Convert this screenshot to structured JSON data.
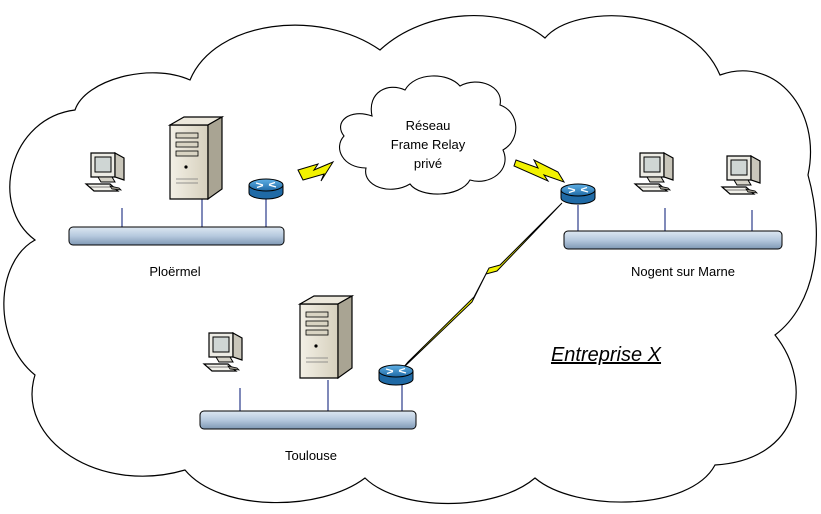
{
  "diagram": {
    "cloud_label": [
      "Réseau",
      "Frame Relay",
      "privé"
    ],
    "sites": {
      "ploermel": "Ploërmel",
      "nogent": "Nogent sur Marne",
      "toulouse": "Toulouse"
    },
    "enterprise": "Entreprise X"
  },
  "colors": {
    "bus_fill": "#b6c9de",
    "router": "#2f86c8",
    "lightning": "#f2f200",
    "outline": "#000000"
  },
  "icons": [
    "enterprise-cloud",
    "frame-relay-cloud",
    "router-icon",
    "server-icon",
    "workstation-icon",
    "lightning-link-icon",
    "ethernet-bus"
  ]
}
